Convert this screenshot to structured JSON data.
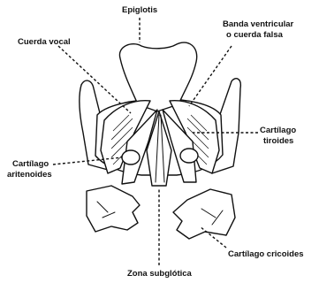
{
  "labels": {
    "epiglottis": "Epiglotis",
    "ventricular_band_1": "Banda ventricular",
    "ventricular_band_2": "o cuerda falsa",
    "vocal_cord": "Cuerda vocal",
    "thyroid_1": "Cartílago",
    "thyroid_2": "tiroides",
    "arytenoid_1": "Cartílago",
    "arytenoid_2": "aritenoides",
    "cricoid": "Cartílago cricoides",
    "subglottic": "Zona subglótica"
  }
}
